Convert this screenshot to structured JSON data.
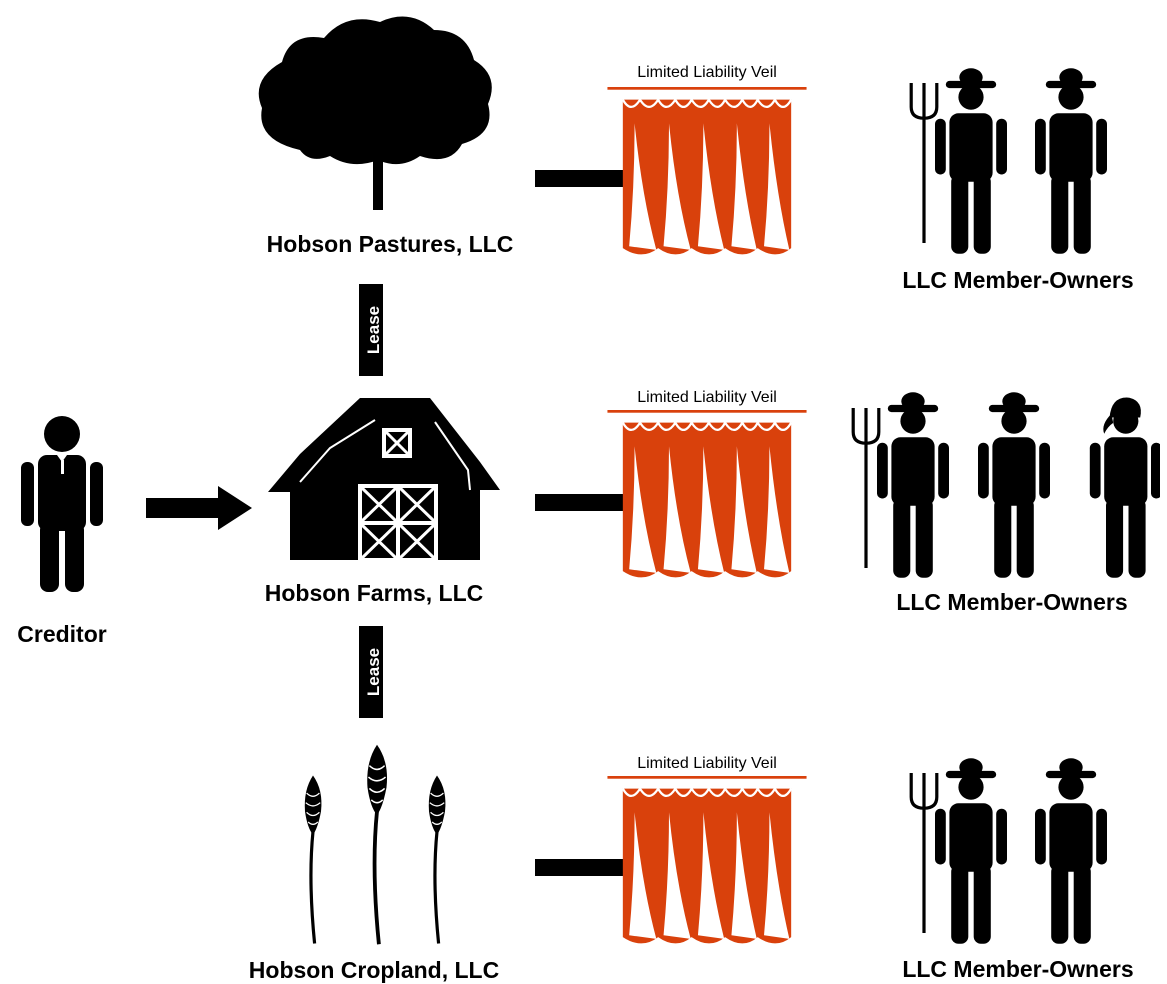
{
  "entities": {
    "pastures": {
      "label": "Hobson Pastures, LLC",
      "icon": "tree-icon"
    },
    "farms": {
      "label": "Hobson Farms, LLC",
      "icon": "barn-icon"
    },
    "cropland": {
      "label": "Hobson Cropland, LLC",
      "icon": "wheat-icon"
    }
  },
  "creditor": {
    "label": "Creditor",
    "icon": "businessman-icon"
  },
  "veils": [
    {
      "label": "Limited Liability Veil",
      "icon": "curtain-icon"
    },
    {
      "label": "Limited Liability Veil",
      "icon": "curtain-icon"
    },
    {
      "label": "Limited Liability Veil",
      "icon": "curtain-icon"
    }
  ],
  "owners": [
    {
      "label": "LLC Member-Owners",
      "icon": "farmers-icon"
    },
    {
      "label": "LLC Member-Owners",
      "icon": "farmers-icon"
    },
    {
      "label": "LLC Member-Owners",
      "icon": "farmers-icon"
    }
  ],
  "leases": [
    {
      "label": "Lease"
    },
    {
      "label": "Lease"
    }
  ],
  "colors": {
    "veil": "#d9410c",
    "ink": "#000000",
    "background": "#ffffff"
  }
}
